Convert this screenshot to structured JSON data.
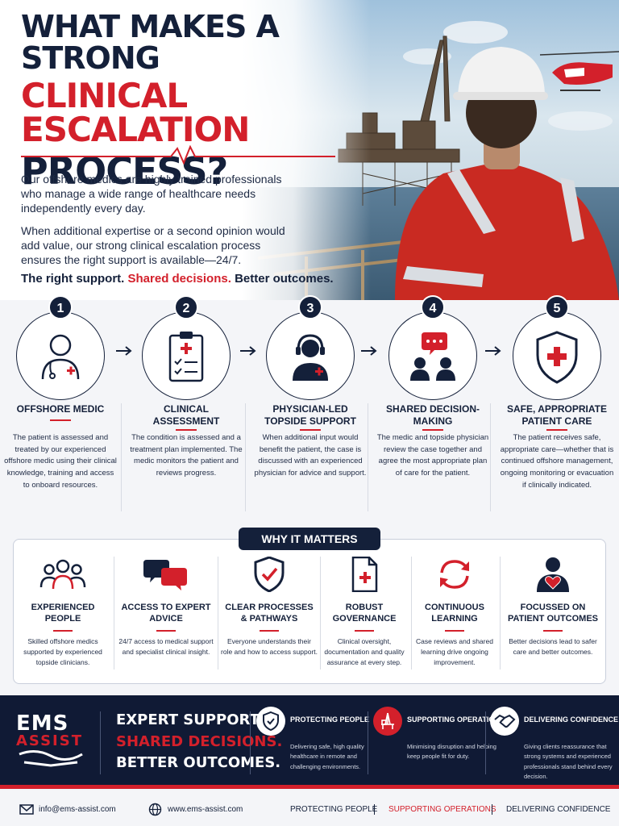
{
  "header": {
    "title_line1": "WHAT MAKES A STRONG",
    "title_line2": "CLINICAL ESCALATION",
    "title_line3": "PROCESS?",
    "intro_p1": "Our offshore medics are highly trained professionals who manage a wide range of healthcare needs independently every day.",
    "intro_p2": "When additional expertise or a second opinion would add value, our strong clinical escalation process ensures the right support is available—24/7.",
    "tagline_a": "The right support.",
    "tagline_b": "Shared decisions.",
    "tagline_c": "Better outcomes."
  },
  "steps": [
    {
      "num": "1",
      "title": "OFFSHORE MEDIC",
      "icon": "medic-icon",
      "desc": "The patient is assessed and treated by our experienced offshore medic using their clinical knowledge, training and access to onboard resources."
    },
    {
      "num": "2",
      "title": "CLINICAL ASSESSMENT",
      "icon": "clipboard-icon",
      "desc": "The condition is assessed and a treatment plan implemented. The medic monitors the patient and reviews progress."
    },
    {
      "num": "3",
      "title": "PHYSICIAN-LED TOPSIDE SUPPORT",
      "icon": "headset-physician-icon",
      "desc": "When additional input would benefit the patient, the case is discussed with an experienced physician for advice and support."
    },
    {
      "num": "4",
      "title": "SHARED DECISION-MAKING",
      "icon": "discussion-icon",
      "desc": "The medic and topside physician review the case together and agree the most appropriate plan of care for the patient."
    },
    {
      "num": "5",
      "title": "SAFE, APPROPRIATE PATIENT CARE",
      "icon": "shield-cross-icon",
      "desc": "The patient receives safe, appropriate care—whether that is continued offshore management, ongoing monitoring or evacuation if clinically indicated."
    }
  ],
  "why": {
    "heading": "WHY IT MATTERS",
    "items": [
      {
        "title": "EXPERIENCED PEOPLE",
        "icon": "people-group-icon",
        "desc": "Skilled offshore medics supported by experienced topside clinicians."
      },
      {
        "title": "ACCESS TO EXPERT ADVICE",
        "icon": "chat-bubbles-icon",
        "desc": "24/7 access to medical support and specialist clinical insight."
      },
      {
        "title": "CLEAR PROCESSES & PATHWAYS",
        "icon": "shield-check-icon",
        "desc": "Everyone understands their role and how to access support."
      },
      {
        "title": "ROBUST GOVERNANCE",
        "icon": "document-cross-icon",
        "desc": "Clinical oversight, documentation and quality assurance at every step."
      },
      {
        "title": "CONTINUOUS LEARNING",
        "icon": "refresh-icon",
        "desc": "Case reviews and shared learning drive ongoing improvement."
      },
      {
        "title": "FOCUSSED ON PATIENT OUTCOMES",
        "icon": "person-heart-icon",
        "desc": "Better decisions lead to safer care and better outcomes."
      }
    ]
  },
  "footer": {
    "logo_top": "EMS",
    "logo_bottom": "ASSIST",
    "slogan1": "EXPERT SUPPORT.",
    "slogan2": "SHARED DECISIONS.",
    "slogan3": "BETTER OUTCOMES.",
    "cols": [
      {
        "label": "PROTECTING PEOPLE",
        "icon": "shield-check-icon",
        "desc": "Delivering safe, high quality healthcare in remote and challenging environments."
      },
      {
        "label": "SUPPORTING OPERATIONS",
        "icon": "oil-rig-icon",
        "desc": "Minimising disruption and helping keep people fit for duty."
      },
      {
        "label": "DELIVERING CONFIDENCE",
        "icon": "handshake-icon",
        "desc": "Giving clients reassurance that strong systems and experienced professionals stand behind every decision."
      }
    ]
  },
  "contact": {
    "email": "info@ems-assist.com",
    "website": "www.ems-assist.com",
    "pill1": "PROTECTING PEOPLE",
    "pill2": "SUPPORTING OPERATIONS",
    "pill3": "DELIVERING CONFIDENCE"
  },
  "colors": {
    "navy": "#14203a",
    "red": "#d3202b",
    "footer": "#101a35"
  }
}
